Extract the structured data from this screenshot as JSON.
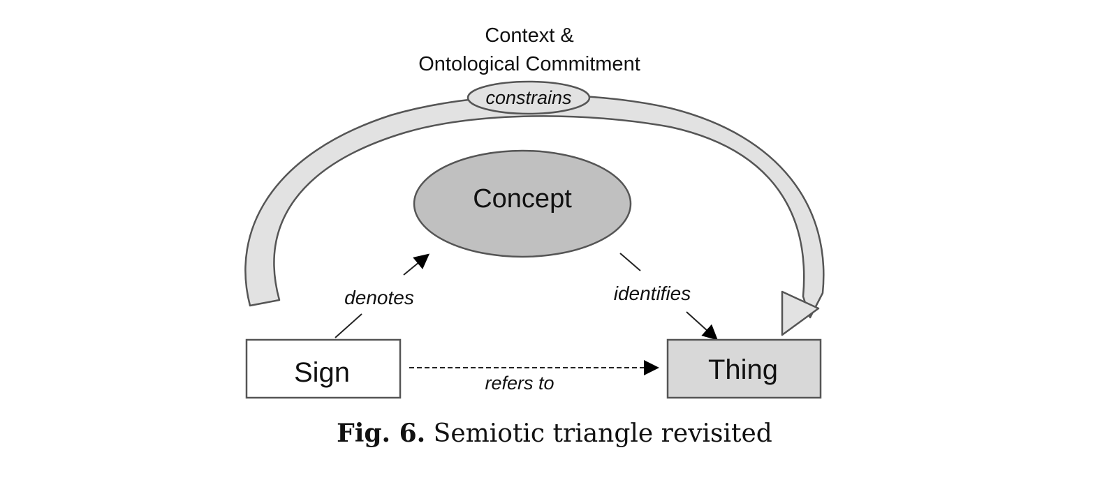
{
  "diagram": {
    "title_line1": "Context &",
    "title_line2": "Ontological Commitment",
    "arc_label": "constrains",
    "nodes": {
      "concept": "Concept",
      "sign": "Sign",
      "thing": "Thing"
    },
    "edges": {
      "denotes": "denotes",
      "identifies": "identifies",
      "refers_to": "refers to"
    },
    "colors": {
      "concept_fill": "#c0c0c0",
      "thing_fill": "#d8d8d8",
      "arc_fill": "#e2e2e2",
      "stroke": "#555555"
    }
  },
  "caption": {
    "label": "Fig. 6.",
    "text": "Semiotic triangle revisited"
  }
}
